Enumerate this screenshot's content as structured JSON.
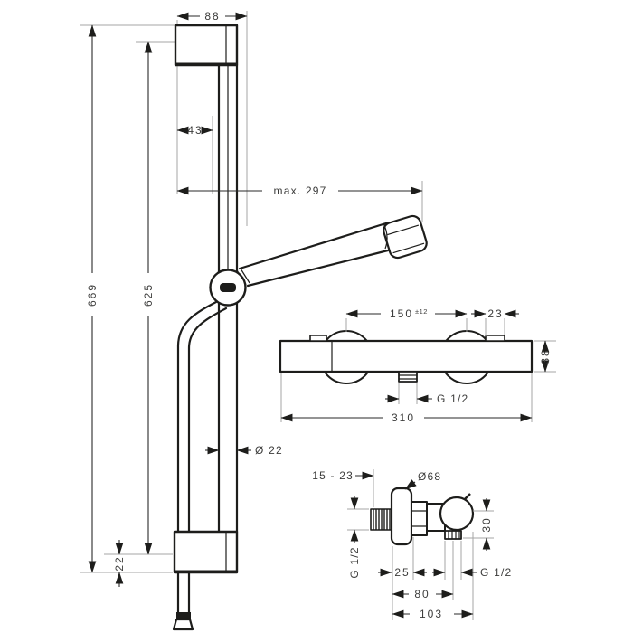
{
  "drawing": {
    "kind": "technical dimension drawing",
    "subject": "shower set: slide bar with hand shower, hose and thermostatic mixer",
    "colors": {
      "outline": "#1d1d1b",
      "dimension_line": "#2a2a2a",
      "reference_line": "#a6a6a6",
      "label_text": "#3c3c3b",
      "background": "#ffffff"
    },
    "dims": {
      "front": {
        "bracket_width": "88",
        "bar_offset": "43",
        "reach_max": "max. 297",
        "total_height": "669",
        "bar_height": "625",
        "bottom_gap": "22",
        "bar_diameter": "Ø 22"
      },
      "top": {
        "connection_distance": "150",
        "connection_tolerance": "±12",
        "edge_offset": "23",
        "body_depth": "38",
        "outlet_thread": "G 1/2",
        "total_width": "310"
      },
      "side": {
        "wall_distance_range": "15 - 23",
        "escutcheon_diameter": "Ø68",
        "inlet_thread": "G 1/2",
        "outlet_vertical_offset": "30",
        "front_depth": "25",
        "outlet_thread_size": "G 1/2",
        "depth_to_outlet": "80",
        "total_depth": "103"
      }
    }
  }
}
